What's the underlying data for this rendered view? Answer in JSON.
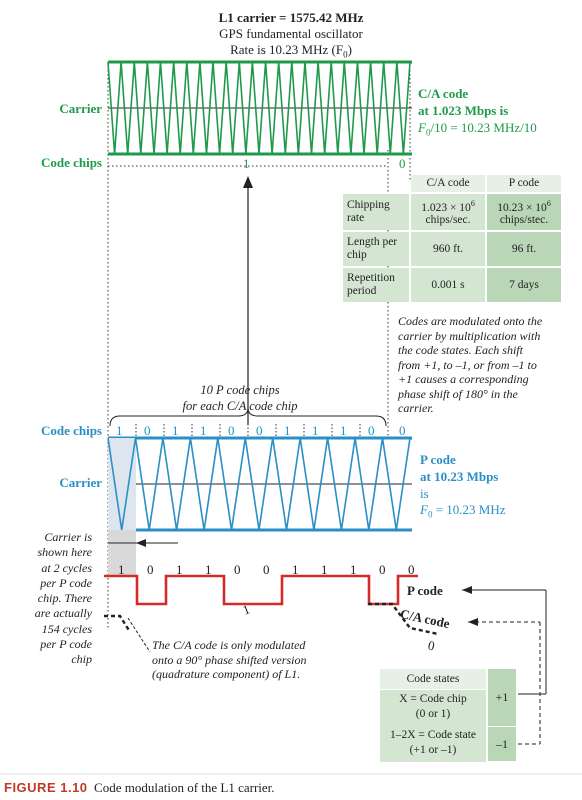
{
  "header": {
    "title": "L1 carrier = 1575.42 MHz",
    "line2": "GPS fundamental oscillator",
    "line3": "Rate is 10.23 MHz (F",
    "line3_sub": "0",
    "line3_end": ")"
  },
  "top": {
    "carrier_label": "Carrier",
    "code_chips_label": "Code chips",
    "chip_1": "1",
    "chip_0": "0",
    "ca_title1": "C/A code",
    "ca_title2": "at 1.023 Mbps is",
    "ca_formula": "F",
    "ca_formula_sub": "0",
    "ca_formula_end": "/10 = 10.23 MHz/10",
    "colors": {
      "green": "#1f9a4a",
      "blue": "#2a8fc6",
      "red": "#d42a2a"
    }
  },
  "table": {
    "head": [
      "C/A code",
      "P code"
    ],
    "rows": [
      {
        "label": "Chipping rate",
        "ca": "1.023 × 10",
        "ca_sup": "6",
        "ca_unit": "chips/sec.",
        "p": "10.23 × 10",
        "p_sup": "6",
        "p_unit": "chips/stec."
      },
      {
        "label": "Length per chip",
        "ca": "960 ft.",
        "p": "96 ft."
      },
      {
        "label": "Repetition period",
        "ca": "0.001 s",
        "p": "7 days"
      }
    ]
  },
  "modulation_note": [
    "Codes are modulated onto the",
    "carrier by multiplication with",
    "the code states. Each shift",
    "from +1, to –1, or from –1 to",
    "+1 causes a corresponding",
    "phase shift of 180° in the",
    "carrier."
  ],
  "brace_note": [
    "10 P code chips",
    "for each C/A code chip"
  ],
  "bottom": {
    "code_chips_label": "Code chips",
    "carrier_label": "Carrier",
    "p_chips": [
      "1",
      "0",
      "1",
      "1",
      "0",
      "0",
      "1",
      "1",
      "1",
      "0"
    ],
    "next_chip": "0",
    "p_title1": "P code",
    "p_title2": "at 10.23 Mbps",
    "p_title3": "is",
    "p_formula": "F",
    "p_formula_sub": "0",
    "p_formula_end": " = 10.23 MHz"
  },
  "carrier_note": [
    "Carrier is",
    "shown here",
    "at 2 cycles",
    "per P code",
    "chip. There",
    "are actually",
    "154 cycles",
    "per P code",
    "chip"
  ],
  "wave": {
    "chips": [
      "1",
      "0",
      "1",
      "1",
      "0",
      "0",
      "1",
      "1",
      "1",
      "0",
      "0"
    ],
    "p_code_label": "P code",
    "ca_code_label": "C/A code",
    "ca_zero": "0",
    "one_mark": "1"
  },
  "quad_note": [
    "The C/A code is only modulated",
    "onto a 90° phase shifted version",
    "(quadrature component) of L1."
  ],
  "code_states": {
    "title": "Code states",
    "row1a": "X = Code chip",
    "row1b": "(0 or 1)",
    "row1v": "+1",
    "row2a": "1–2X = Code state",
    "row2b": "(+1 or –1)",
    "row2v": "–1"
  },
  "caption": {
    "figure": "FIGURE 1.10",
    "text": "Code modulation of the L1 carrier."
  }
}
